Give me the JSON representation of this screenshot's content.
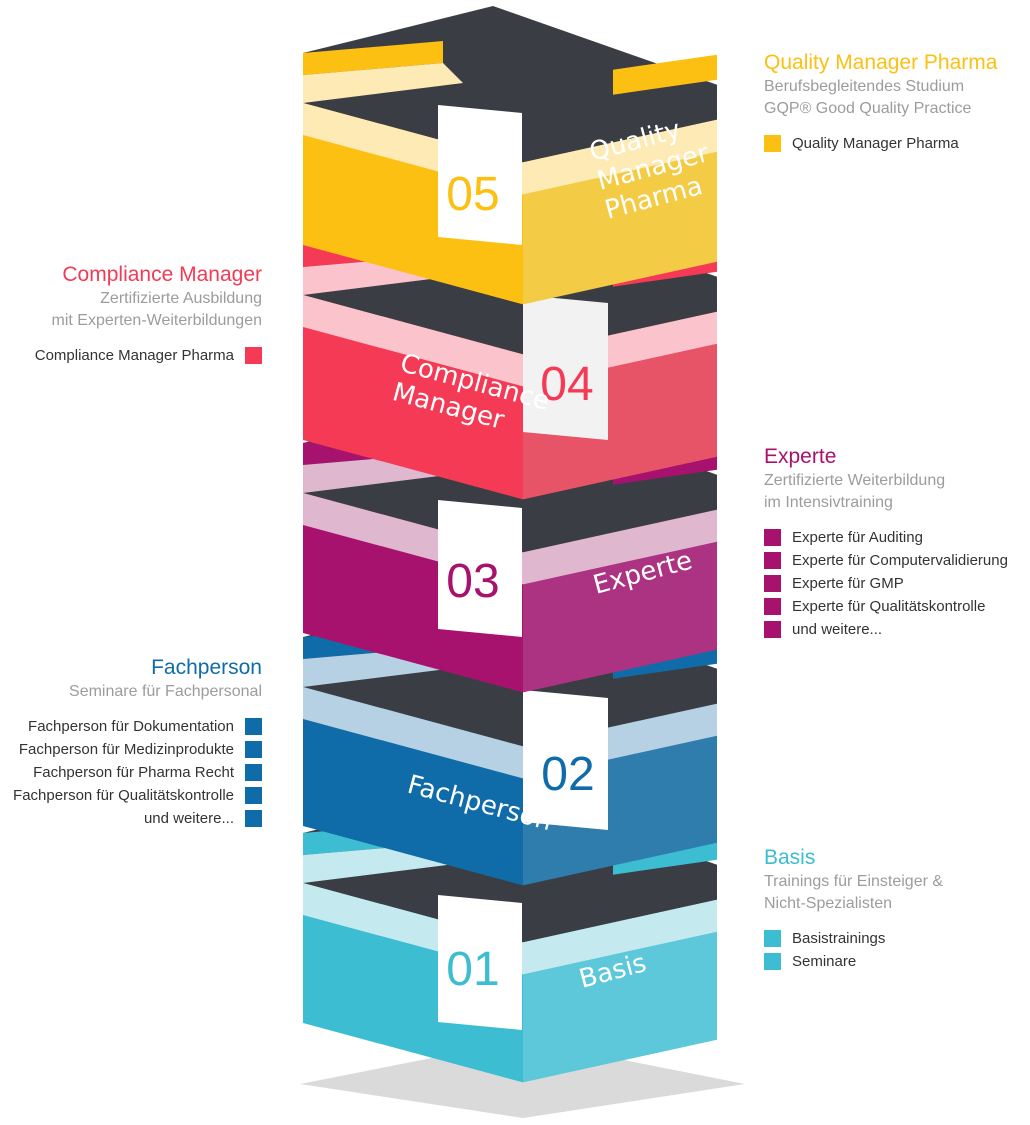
{
  "colors": {
    "basis": "#3cbdd2",
    "fachperson": "#106ca8",
    "experte": "#a8126f",
    "compliance": "#f43a54",
    "quality": "#fcc013",
    "top_face": "#3a3d43",
    "shadow": "#dadadb"
  },
  "levels": [
    {
      "key": "basis",
      "number": "01",
      "label_lines": [
        "Basis"
      ],
      "front_color": "#3cbdd2",
      "side_color": "#5cc8d9",
      "light_color": "#c4e9ef"
    },
    {
      "key": "fachperson",
      "number": "02",
      "label_lines": [
        "Fachperson"
      ],
      "front_color": "#106ca8",
      "side_color": "#2f7dad",
      "light_color": "#b6d1e3"
    },
    {
      "key": "experte",
      "number": "03",
      "label_lines": [
        "Experte"
      ],
      "front_color": "#a8126f",
      "side_color": "#ac3381",
      "light_color": "#dfb8cf"
    },
    {
      "key": "compliance",
      "number": "04",
      "label_lines": [
        "Compliance",
        "Manager"
      ],
      "front_color": "#f43a54",
      "side_color": "#e85467",
      "light_color": "#fbc3cb"
    },
    {
      "key": "quality",
      "number": "05",
      "label_lines": [
        "Quality",
        "Manager",
        "Pharma"
      ],
      "front_color": "#fcc013",
      "side_color": "#f4cb44",
      "light_color": "#fdeab4"
    }
  ],
  "panels": {
    "quality": {
      "title": "Quality Manager Pharma",
      "subtitle_lines": [
        "Berufsbegleitendes Studium",
        "GQP® Good Quality Practice"
      ],
      "items": [
        "Quality Manager Pharma"
      ],
      "color": "#fcc013"
    },
    "compliance": {
      "title": "Compliance Manager",
      "subtitle_lines": [
        "Zertifizierte Ausbildung",
        "mit Experten-Weiterbildungen"
      ],
      "items": [
        "Compliance Manager Pharma"
      ],
      "color": "#f43a54"
    },
    "experte": {
      "title": "Experte",
      "subtitle_lines": [
        "Zertifizierte Weiterbildung",
        "im Intensivtraining"
      ],
      "items": [
        "Experte für Auditing",
        "Experte für Computervalidierung",
        "Experte für GMP",
        "Experte für Qualitätskontrolle",
        "und weitere..."
      ],
      "color": "#a8126f"
    },
    "fachperson": {
      "title": "Fachperson",
      "subtitle_lines": [
        "Seminare für Fachpersonal"
      ],
      "items": [
        "Fachperson für Dokumentation",
        "Fachperson für Medizinprodukte",
        "Fachperson für Pharma Recht",
        "Fachperson für Qualitätskontrolle",
        "und weitere..."
      ],
      "color": "#106ca8"
    },
    "basis": {
      "title": "Basis",
      "subtitle_lines": [
        "Trainings für Einsteiger &",
        "Nicht-Spezialisten"
      ],
      "items": [
        "Basistrainings",
        "Seminare"
      ],
      "color": "#3cbdd2"
    }
  }
}
